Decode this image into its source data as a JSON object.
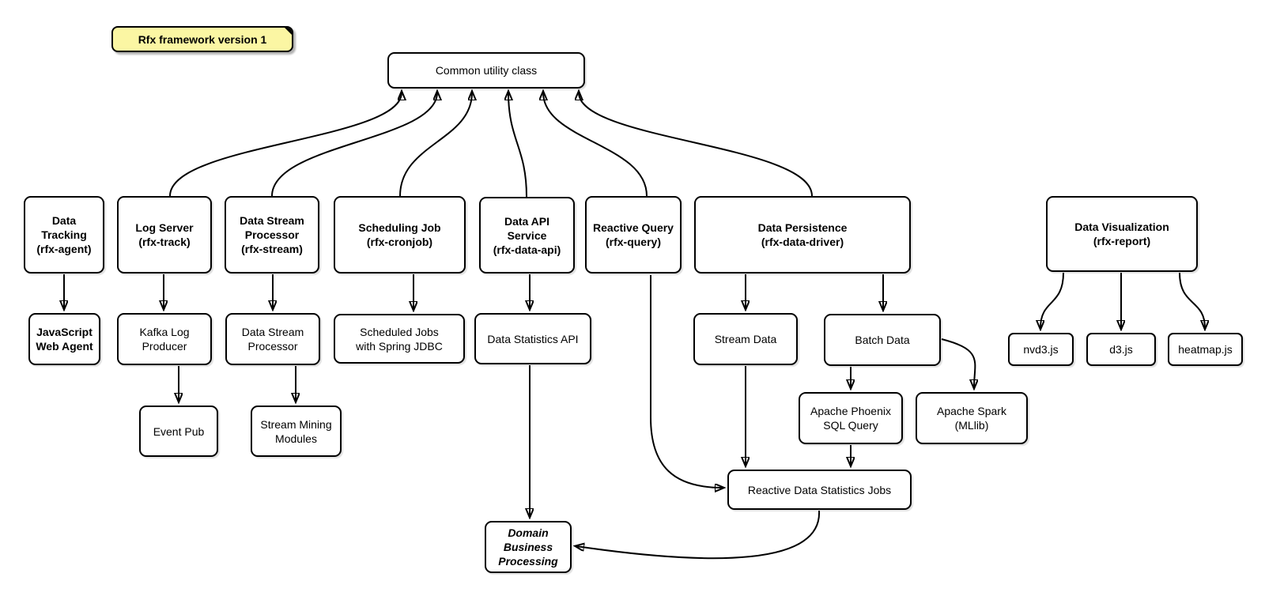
{
  "diagram": {
    "title_note": {
      "label": "Rfx framework version 1"
    },
    "colors": {
      "note_bg": "#FBF6A3",
      "box_bg": "#FFFFFF",
      "border": "#000000",
      "text": "#000000"
    },
    "nodes": {
      "common_utility": {
        "label": "Common utility class"
      },
      "data_tracking": {
        "label": "Data Tracking\n(rfx-agent)"
      },
      "log_server": {
        "label": "Log Server\n(rfx-track)"
      },
      "data_stream_processor_module": {
        "label": "Data Stream\nProcessor\n(rfx-stream)"
      },
      "scheduling_job": {
        "label": "Scheduling Job\n(rfx-cronjob)"
      },
      "data_api_service": {
        "label": "Data API Service\n(rfx-data-api)"
      },
      "reactive_query": {
        "label": "Reactive Query\n(rfx-query)"
      },
      "data_persistence": {
        "label": "Data Persistence\n(rfx-data-driver)"
      },
      "data_visualization": {
        "label": "Data Visualization\n(rfx-report)"
      },
      "javascript_web_agent": {
        "label": "JavaScript\nWeb Agent"
      },
      "kafka_log_producer": {
        "label": "Kafka Log\nProducer"
      },
      "data_stream_processor_impl": {
        "label": "Data Stream\nProcessor"
      },
      "scheduled_jobs_spring_jdbc": {
        "label": "Scheduled Jobs\nwith Spring JDBC"
      },
      "data_statistics_api": {
        "label": "Data Statistics API"
      },
      "stream_data": {
        "label": "Stream Data"
      },
      "batch_data": {
        "label": "Batch Data"
      },
      "nvd3": {
        "label": "nvd3.js"
      },
      "d3": {
        "label": "d3.js"
      },
      "heatmapjs": {
        "label": "heatmap.js"
      },
      "event_pub": {
        "label": "Event Pub"
      },
      "stream_mining_modules": {
        "label": "Stream Mining\nModules"
      },
      "apache_phoenix_sql_query": {
        "label": "Apache Phoenix\nSQL Query"
      },
      "apache_spark_mllib": {
        "label": "Apache Spark\n(MLlib)"
      },
      "reactive_data_statistics_jobs": {
        "label": "Reactive Data Statistics Jobs"
      },
      "domain_business_processing": {
        "label": "Domain\nBusiness\nProcessing"
      }
    },
    "edges": [
      {
        "from": "log_server",
        "to": "common_utility"
      },
      {
        "from": "data_stream_processor_module",
        "to": "common_utility"
      },
      {
        "from": "scheduling_job",
        "to": "common_utility"
      },
      {
        "from": "data_api_service",
        "to": "common_utility"
      },
      {
        "from": "reactive_query",
        "to": "common_utility"
      },
      {
        "from": "data_persistence",
        "to": "common_utility"
      },
      {
        "from": "data_tracking",
        "to": "javascript_web_agent"
      },
      {
        "from": "log_server",
        "to": "kafka_log_producer"
      },
      {
        "from": "kafka_log_producer",
        "to": "event_pub"
      },
      {
        "from": "data_stream_processor_module",
        "to": "data_stream_processor_impl"
      },
      {
        "from": "data_stream_processor_impl",
        "to": "stream_mining_modules"
      },
      {
        "from": "scheduling_job",
        "to": "scheduled_jobs_spring_jdbc"
      },
      {
        "from": "data_api_service",
        "to": "data_statistics_api"
      },
      {
        "from": "data_statistics_api",
        "to": "domain_business_processing"
      },
      {
        "from": "reactive_query",
        "to": "reactive_data_statistics_jobs"
      },
      {
        "from": "data_persistence",
        "to": "stream_data"
      },
      {
        "from": "data_persistence",
        "to": "batch_data"
      },
      {
        "from": "stream_data",
        "to": "reactive_data_statistics_jobs"
      },
      {
        "from": "batch_data",
        "to": "apache_phoenix_sql_query"
      },
      {
        "from": "batch_data",
        "to": "apache_spark_mllib"
      },
      {
        "from": "apache_phoenix_sql_query",
        "to": "reactive_data_statistics_jobs"
      },
      {
        "from": "reactive_data_statistics_jobs",
        "to": "domain_business_processing"
      },
      {
        "from": "data_visualization",
        "to": "nvd3"
      },
      {
        "from": "data_visualization",
        "to": "d3"
      },
      {
        "from": "data_visualization",
        "to": "heatmapjs"
      }
    ]
  }
}
